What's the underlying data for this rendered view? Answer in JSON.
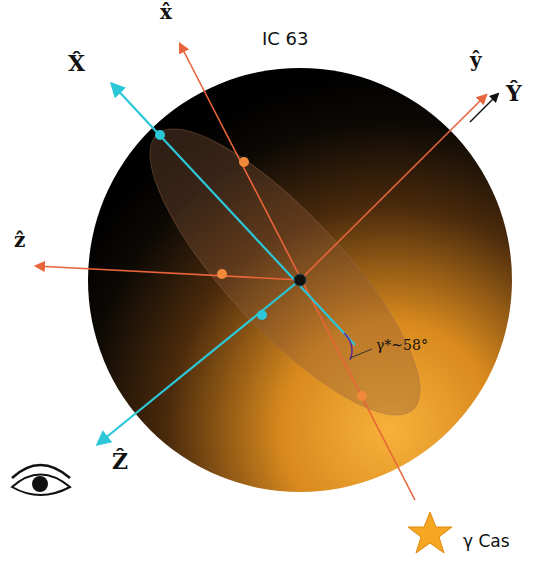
{
  "diagram": {
    "labels": [
      "IC 63",
      "x̂",
      "X̂",
      "ŷ",
      "Ŷ",
      "ẑ",
      "Ẑ",
      "γ*~58°",
      "γ Cas"
    ]
  }
}
